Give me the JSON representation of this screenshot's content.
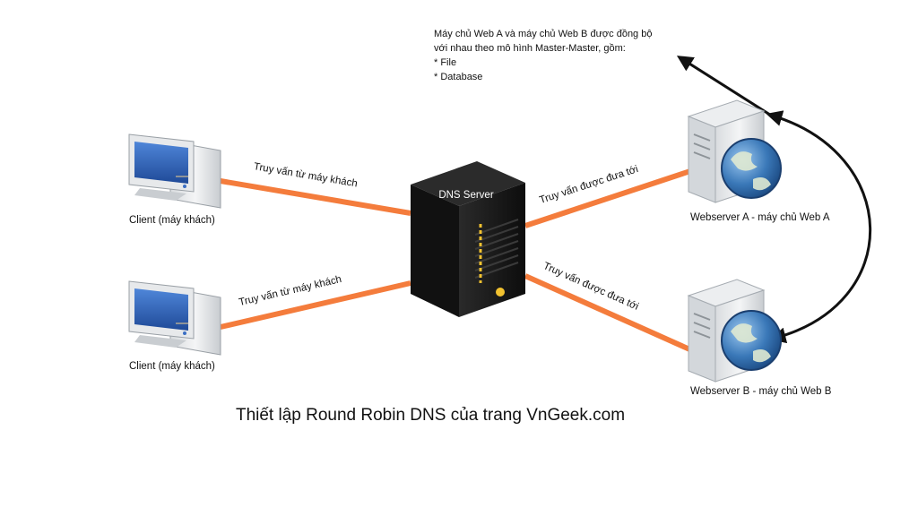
{
  "note": {
    "lines": [
      "Máy chủ Web A và máy chủ Web B được đồng bộ",
      "với nhau theo mô hình Master-Master, gồm:",
      "* File",
      "* Database"
    ]
  },
  "nodes": {
    "client_top": "Client (máy khách)",
    "client_bottom": "Client (máy khách)",
    "dns_server": "DNS Server",
    "webserver_a": "Webserver A - máy chủ Web A",
    "webserver_b": "Webserver B - máy chủ Web B"
  },
  "edges": {
    "client_top_to_dns": "Truy vấn từ máy khách",
    "client_bottom_to_dns": "Truy vấn từ máy khách",
    "dns_to_web_a": "Truy vấn được đưa tới",
    "dns_to_web_b": "Truy vấn được đưa tới"
  },
  "caption": "Thiết lập Round Robin DNS của trang VnGeek.com",
  "colors": {
    "link": "#f47c3c",
    "sync_arrow": "#111111",
    "server_body": "#1c1c1c",
    "server_accent": "#f2c230",
    "monitor_screen": "#2f5fb3",
    "globe": "#2f6ea8"
  },
  "icons": {
    "client": "desktop-computer-icon",
    "dns": "server-tower-icon",
    "web": "web-server-globe-icon"
  }
}
